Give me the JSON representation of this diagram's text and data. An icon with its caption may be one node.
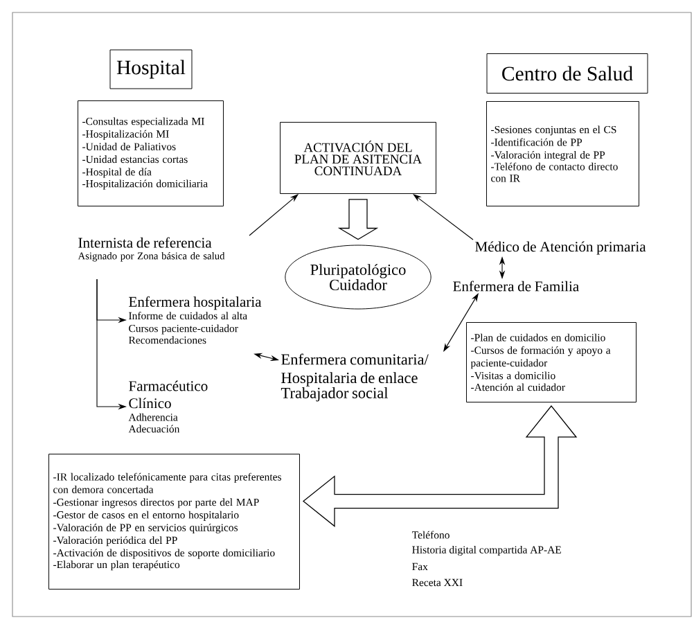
{
  "diagram": {
    "nodes": [
      {
        "text": [
          "Hospital"
        ]
      },
      {
        "text": [
          "-Consultas especializada MI",
          "-Hospitalización MI",
          "-Unidad de Paliativos",
          "-Unidad estancias cortas",
          "-Hospital de día",
          "-Hospitalización domiciliaria"
        ]
      },
      {
        "text": [
          "Centro de Salud"
        ]
      },
      {
        "text": [
          "-Sesiones conjuntas en el CS",
          "-Identificación de PP",
          "-Valoración integral de PP",
          "-Teléfono de contacto directo con IR"
        ]
      },
      {
        "text": [
          "ACTIVACIÓN DEL PLAN DE ASITENCIA CONTINUADA"
        ]
      },
      {
        "text": [
          "Pluripatológico",
          "Cuidador"
        ]
      },
      {
        "text": [
          "Internista de referencia",
          "Asignado por Zona básica de salud"
        ]
      },
      {
        "text": [
          "Médico de Atención primaria"
        ]
      },
      {
        "text": [
          "Enfermera de Familia"
        ]
      },
      {
        "text": [
          "Enfermera hospitalaria",
          "Informe de cuidados al alta",
          "Cursos paciente-cuidador",
          "Recomendaciones"
        ]
      },
      {
        "text": [
          "Farmacéutico Clínico",
          "Adherencia",
          "Adecuación"
        ]
      },
      {
        "text": [
          "Enfermera comunitaria/ Hospitalaria de enlace",
          "Trabajador social"
        ]
      },
      {
        "text": [
          "-Plan de cuidados en domicilio",
          "-Cursos de formación y apoyo a paciente-cuidador",
          "-Visitas a domicilio",
          "-Atención al cuidador"
        ]
      },
      {
        "text": [
          "-IR localizado telefónicamente para citas preferentes con demora concertada",
          "-Gestionar ingresos directos por parte del MAP",
          "-Gestor de casos en el entorno hospitalario",
          "-Valoración de PP en servicios quirúrgicos",
          "-Valoración periódica del PP",
          "-Activación de dispositivos de soporte domiciliario",
          "-Elaborar un plan terapéutico"
        ]
      }
    ],
    "edges": [
      {
        "from": 6,
        "to": 4,
        "arrow": "to"
      },
      {
        "from": 7,
        "to": 4,
        "arrow": "to"
      },
      {
        "from": 4,
        "to": 5,
        "arrow": "to",
        "style": "thick"
      },
      {
        "from": 7,
        "to": 8,
        "arrow": "both"
      },
      {
        "from": 8,
        "to": 11,
        "arrow": "both"
      },
      {
        "from": 9,
        "to": 11,
        "arrow": "both"
      },
      {
        "from": 6,
        "to": 9,
        "arrow": "to"
      },
      {
        "from": 6,
        "to": 10,
        "arrow": "to"
      },
      {
        "from": 12,
        "to": 13,
        "arrow": "both",
        "style": "thick"
      }
    ],
    "labels": [
      "Teléfono",
      "Historia digital compartida AP-AE",
      "Fax",
      "Receta XXI"
    ]
  }
}
